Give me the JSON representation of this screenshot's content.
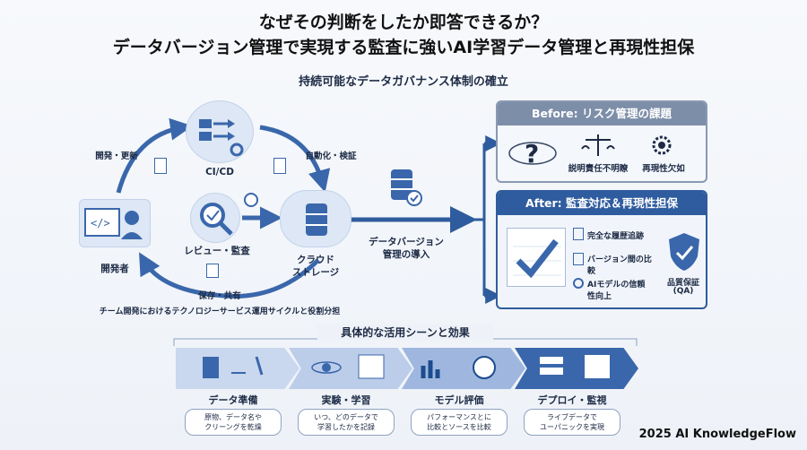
{
  "header": {
    "title_line1": "なぜその判断をしたか即答できるか？",
    "title_line2": "データバージョン管理で実現する監査に強いAI学習データ管理と再現性担保",
    "subtitle": "持続可能なデータガバナンス体制の確立"
  },
  "cycle": {
    "cicd_label": "CI/CD",
    "dev_update": "開発・更新",
    "automation": "自動化・検証",
    "developer": "開発者",
    "review": "レビュー・監査",
    "cloud_line1": "クラウド",
    "cloud_line2": "ストレージ",
    "store_share": "保存・共有",
    "team_caption": "チーム開発におけるテクノロジーサービス運用サイクルと役割分担"
  },
  "adoption": {
    "line1": "データバージョン",
    "line2": "管理の導入"
  },
  "before": {
    "header": "Before: リスク管理の課題",
    "items": [
      "説明責任不明瞭",
      "再現性欠如"
    ]
  },
  "after": {
    "header": "After: 監査対応＆再現性担保",
    "items": [
      "完全な履歴追跡",
      "バージョン間の比較",
      "AIモデルの信頼性向上"
    ],
    "qa_line1": "品質保証",
    "qa_line2": "(QA)"
  },
  "scenes": {
    "title": "具体的な活用シーンと効果",
    "steps": [
      {
        "label": "データ準備",
        "desc_line1": "原物、データ名や",
        "desc_line2": "クリーングを乾燥"
      },
      {
        "label": "実験・学習",
        "desc_line1": "いつ、どのデータで",
        "desc_line2": "学習したかを記録"
      },
      {
        "label": "モデル評価",
        "desc_line1": "パフォーマンスとに",
        "desc_line2": "比較とソースを比較"
      },
      {
        "label": "デプロイ・監視",
        "desc_line1": "ライブデータで",
        "desc_line2": "ユーパニックを実現"
      }
    ]
  },
  "footer": {
    "credit": "2025 AI KnowledgeFlow"
  },
  "colors": {
    "accent": "#2f5c9e",
    "light": "#dde7f5",
    "before_head": "#7d8ea9"
  }
}
